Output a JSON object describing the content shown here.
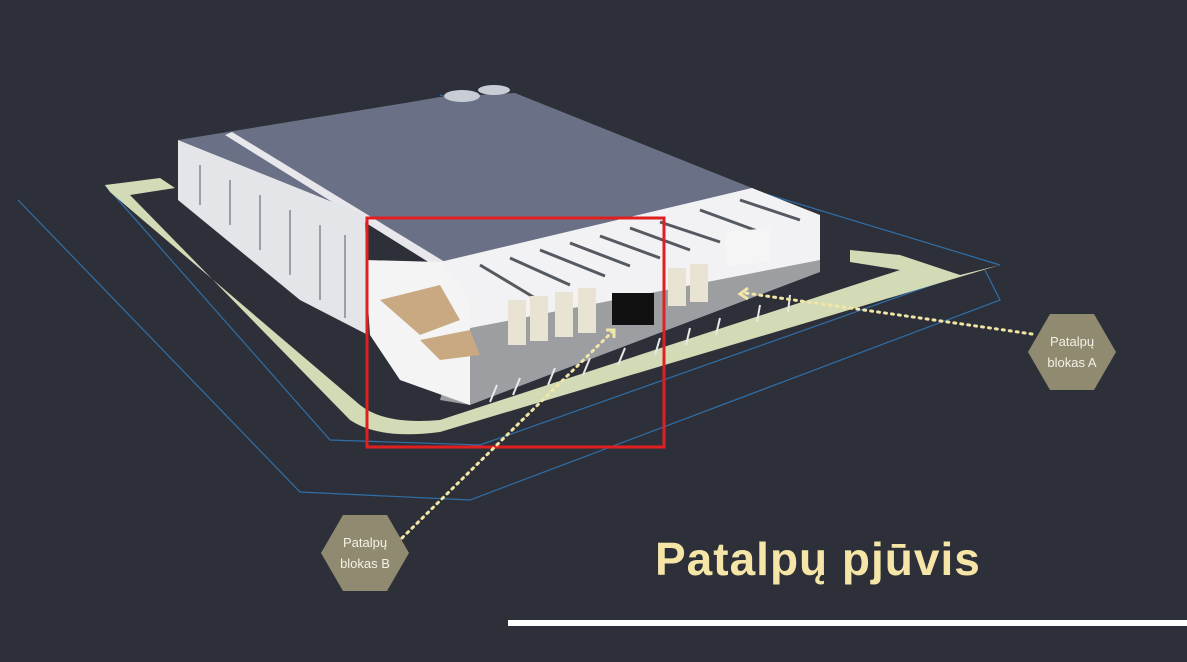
{
  "slide": {
    "title": "Patalpų pjūvis",
    "labels": {
      "block_a": {
        "line1": "Patalpų",
        "line2": "blokas A"
      },
      "block_b": {
        "line1": "Patalpų",
        "line2": "blokas B"
      }
    }
  },
  "colors": {
    "background": "#2e3039",
    "accent": "#f5e6a8",
    "hexagon": "#8f8a70",
    "highlight_box": "#e02020"
  }
}
